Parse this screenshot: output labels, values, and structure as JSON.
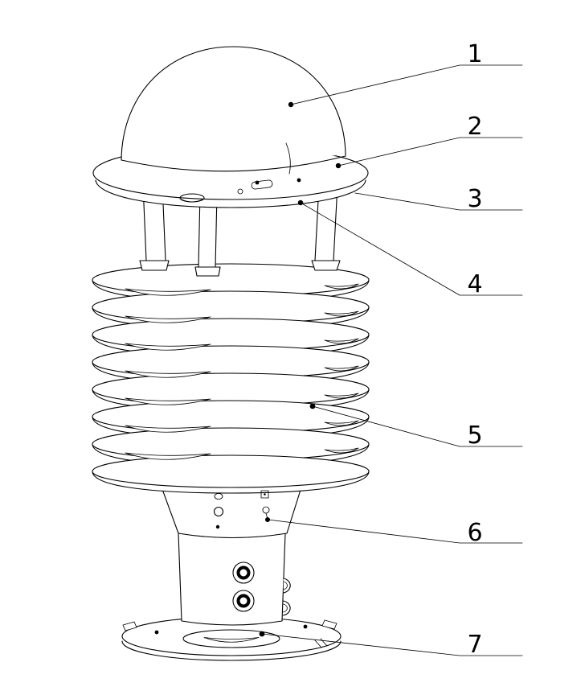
{
  "figure": {
    "figure_type": "technical line drawing of a louvered weather-station sensor with numbered callouts",
    "background_color": "#ffffff",
    "line_color": "#000000",
    "callouts": [
      {
        "label": "1"
      },
      {
        "label": "2"
      },
      {
        "label": "3"
      },
      {
        "label": "4"
      },
      {
        "label": "5"
      },
      {
        "label": "6"
      },
      {
        "label": "7"
      }
    ]
  }
}
